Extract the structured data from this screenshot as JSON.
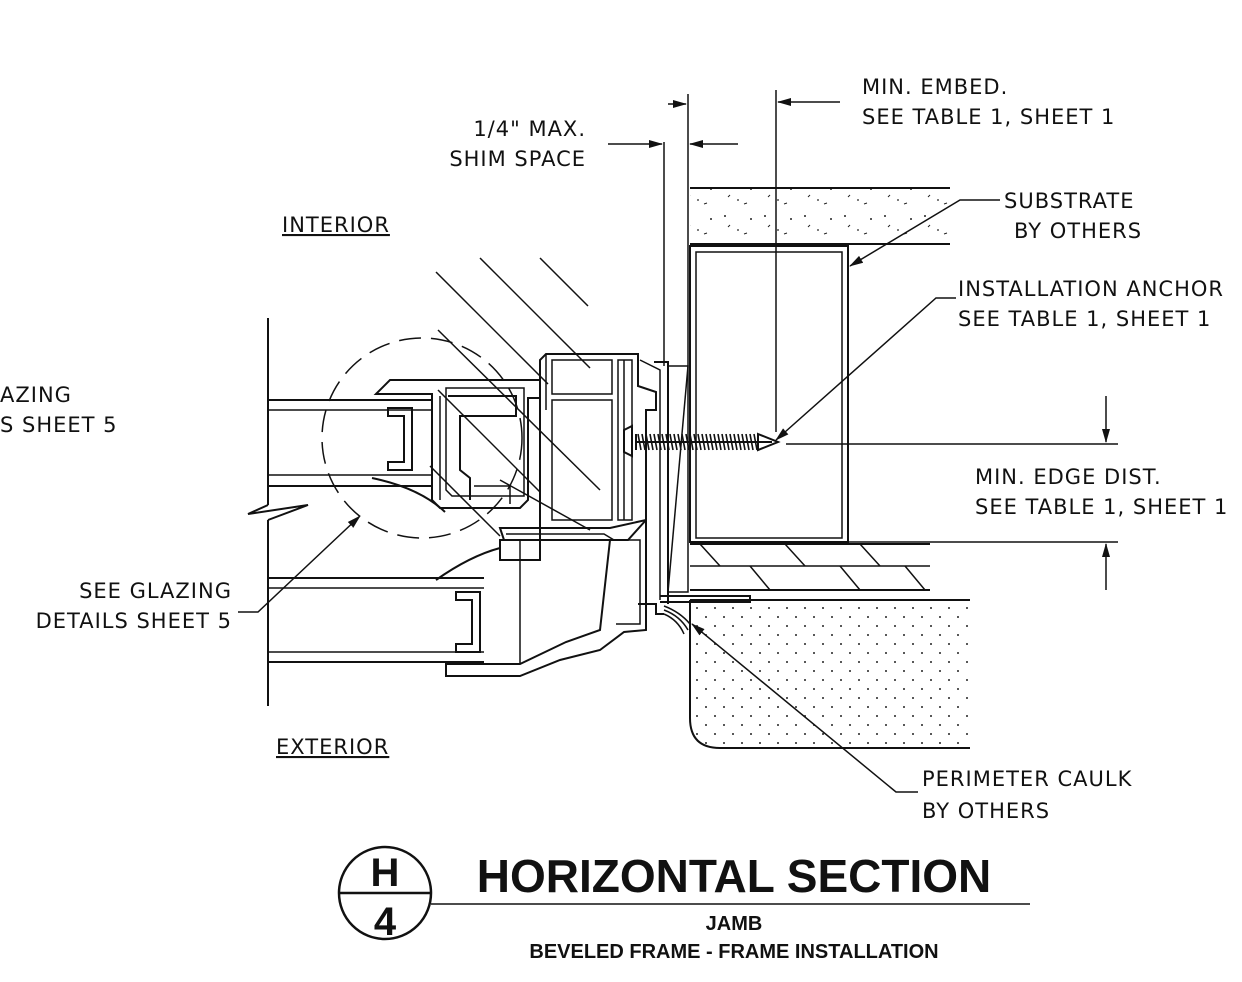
{
  "labels": {
    "shim": [
      "1/4\" MAX.",
      "SHIM SPACE"
    ],
    "embed": [
      "MIN. EMBED.",
      "SEE TABLE 1, SHEET 1"
    ],
    "substrate": [
      "SUBSTRATE",
      "BY OTHERS"
    ],
    "anchor": [
      "INSTALLATION ANCHOR",
      "SEE TABLE 1, SHEET 1"
    ],
    "edge": [
      "MIN. EDGE DIST.",
      "SEE TABLE 1, SHEET 1"
    ],
    "interior": "INTERIOR",
    "exterior": "EXTERIOR",
    "glazing_top": [
      "AZING",
      "S SHEET 5"
    ],
    "glazing_bottom": [
      "SEE GLAZING",
      "DETAILS SHEET 5"
    ],
    "caulk": [
      "PERIMETER CAULK",
      "BY OTHERS"
    ]
  },
  "title_block": {
    "title": "HORIZONTAL SECTION",
    "subtitle1": "JAMB",
    "subtitle2": "BEVELED FRAME - FRAME INSTALLATION",
    "detail_letter": "H",
    "sheet_number": "4"
  }
}
